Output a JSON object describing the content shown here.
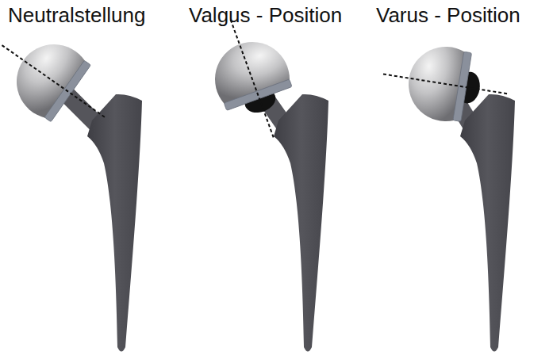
{
  "diagram": {
    "labels": [
      "Neutralstellung",
      "Valgus - Position",
      "Varus - Position"
    ]
  }
}
